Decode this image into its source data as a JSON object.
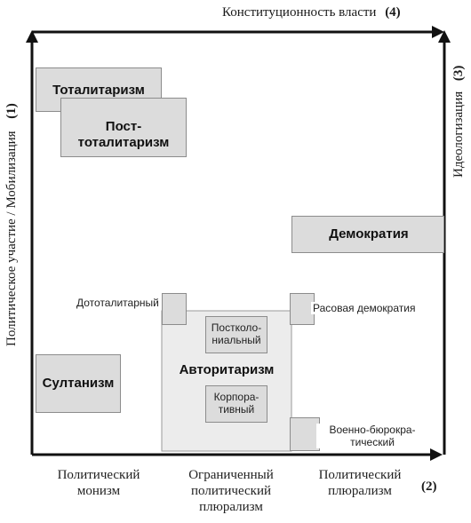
{
  "axes": {
    "top": "Конституционность власти",
    "top_num": "(4)",
    "left": "Политическое участие / Мобилизация",
    "left_num": "(1)",
    "right": "Идеологизация",
    "right_num": "(3)",
    "bottom_num": "(2)",
    "bottom_categories": [
      [
        "Политический",
        "монизм"
      ],
      [
        "Ограниченный",
        "политический",
        "плюрализм"
      ],
      [
        "Политический",
        "плюрализм"
      ]
    ]
  },
  "regimes": {
    "totalitarianism": "Тоталитаризм",
    "post_totalitarianism": [
      "Пост-",
      "тоталитаризм"
    ],
    "democracy": "Демократия",
    "pre_totalitarian": "Дототалитарный",
    "racial_democracy": "Расовая демократия",
    "postcolonial": [
      "Постколо-",
      "ниальный"
    ],
    "authoritarianism": "Авторитаризм",
    "corporative": [
      "Корпора-",
      "тивный"
    ],
    "sultanism": "Султанизм",
    "military_bureaucratic": [
      "Военно-бюрокра-",
      "тический"
    ]
  }
}
